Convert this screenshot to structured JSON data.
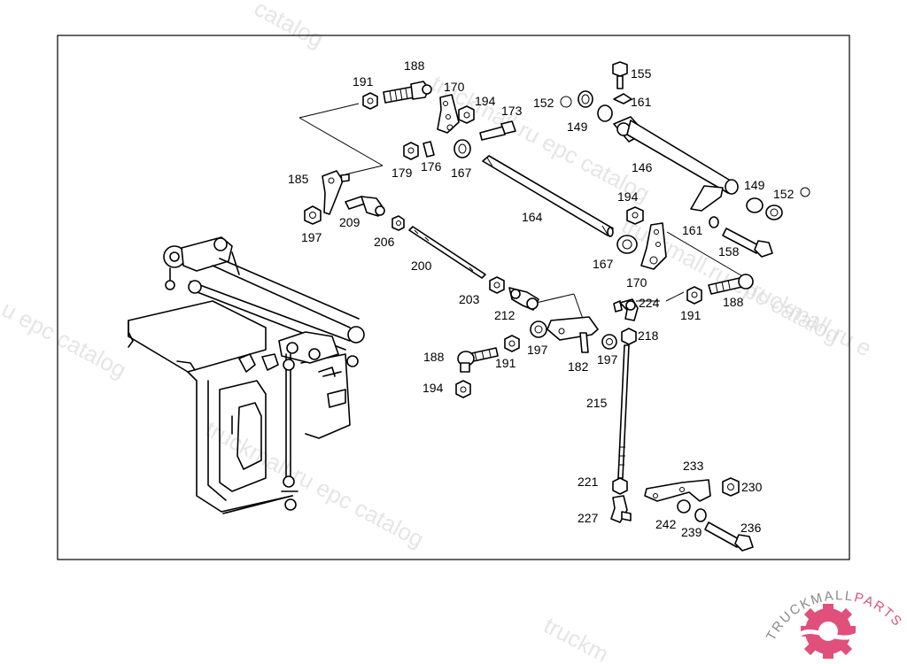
{
  "watermark": {
    "texts": [
      "catalog",
      "truckmall.ru epc catalog",
      "u epc catalog",
      "truckmall.ru epc catalog",
      "truckmall.ru e",
      "truckmall.ru epc catalog",
      "truckm"
    ]
  },
  "brand": {
    "name_part1": "TRUCKMALL",
    "name_part2": "PARTS",
    "color_gray": "#8a8a8a",
    "color_pink": "#e0507a"
  },
  "callouts": [
    {
      "text": "191"
    },
    {
      "text": "188"
    },
    {
      "text": "170"
    },
    {
      "text": "194"
    },
    {
      "text": "173"
    },
    {
      "text": "155"
    },
    {
      "text": "152"
    },
    {
      "text": "161"
    },
    {
      "text": "149"
    },
    {
      "text": "185"
    },
    {
      "text": "179"
    },
    {
      "text": "176"
    },
    {
      "text": "167"
    },
    {
      "text": "146"
    },
    {
      "text": "149"
    },
    {
      "text": "152"
    },
    {
      "text": "197"
    },
    {
      "text": "209"
    },
    {
      "text": "206"
    },
    {
      "text": "164"
    },
    {
      "text": "194"
    },
    {
      "text": "161"
    },
    {
      "text": "158"
    },
    {
      "text": "200"
    },
    {
      "text": "167"
    },
    {
      "text": "170"
    },
    {
      "text": "203"
    },
    {
      "text": "212"
    },
    {
      "text": "224"
    },
    {
      "text": "191"
    },
    {
      "text": "188"
    },
    {
      "text": "218"
    },
    {
      "text": "188"
    },
    {
      "text": "191"
    },
    {
      "text": "197"
    },
    {
      "text": "182"
    },
    {
      "text": "197"
    },
    {
      "text": "194"
    },
    {
      "text": "215"
    },
    {
      "text": "233"
    },
    {
      "text": "221"
    },
    {
      "text": "230"
    },
    {
      "text": "227"
    },
    {
      "text": "242"
    },
    {
      "text": "239"
    },
    {
      "text": "236"
    }
  ]
}
